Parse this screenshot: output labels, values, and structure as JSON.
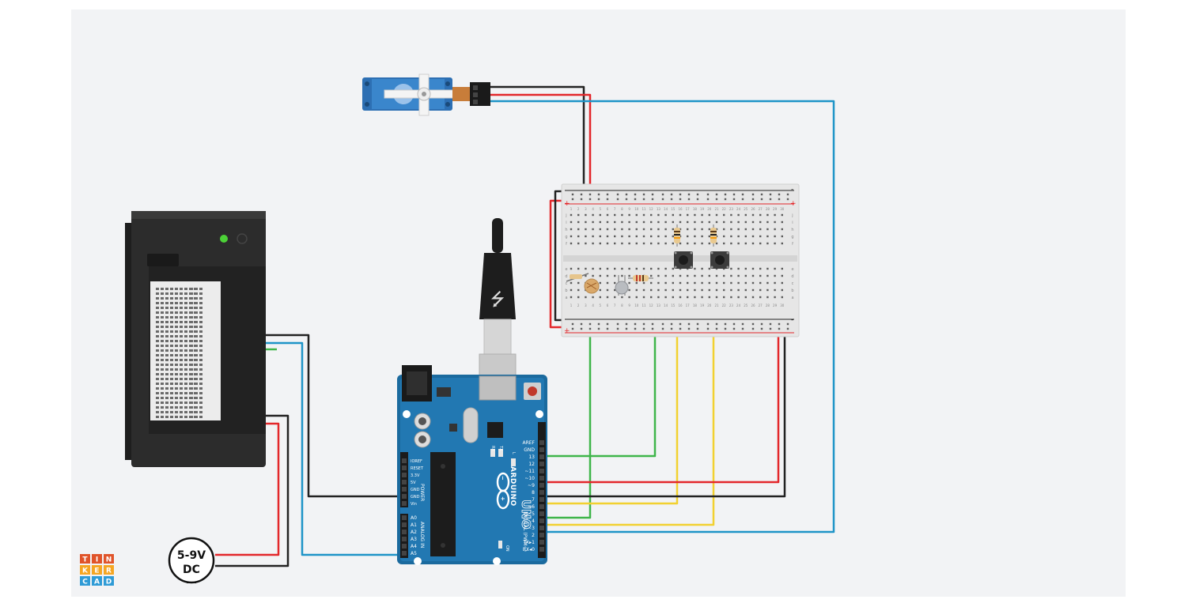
{
  "logo": {
    "letters": [
      "T",
      "I",
      "N",
      "K",
      "E",
      "R",
      "C",
      "A",
      "D"
    ],
    "colors": [
      "#e0542a",
      "#e0542a",
      "#e0542a",
      "#f5a623",
      "#f5a623",
      "#f5a623",
      "#2f9bd6",
      "#2f9bd6",
      "#2f9bd6"
    ]
  },
  "power_jack": {
    "line1": "5-9V",
    "line2": "DC"
  },
  "usb": {
    "symbol": "⭍"
  },
  "arduino": {
    "brand": "ARDUINO",
    "model": "UNO",
    "tx_label": "TX",
    "rx_label": "RX",
    "l_label": "L",
    "on_label": "ON",
    "power_header": "POWER",
    "analog_header": "ANALOG IN",
    "digital_header": "DIGITAL (PWM~)",
    "power_pins": [
      "IOREF",
      "RESET",
      "3.3V",
      "5V",
      "GND",
      "GND",
      "Vin"
    ],
    "analog_pins": [
      "A0",
      "A1",
      "A2",
      "A3",
      "A4",
      "A5"
    ],
    "digital_pins": [
      "AREF",
      "GND",
      "13",
      "12",
      "~11",
      "~10",
      "~9",
      "8",
      "7",
      "~6",
      "~5",
      "4",
      "~3",
      "2",
      "TX▸1",
      "RX◂0"
    ]
  },
  "breadboard": {
    "plus_label": "+",
    "minus_label": "-",
    "row_letters_top": [
      "j",
      "i",
      "h",
      "g",
      "f"
    ],
    "row_letters_bottom": [
      "e",
      "d",
      "c",
      "b",
      "a"
    ],
    "column_numbers": [
      "1",
      "2",
      "3",
      "4",
      "5",
      "6",
      "7",
      "8",
      "9",
      "10",
      "11",
      "12",
      "13",
      "14",
      "15",
      "16",
      "17",
      "18",
      "19",
      "20",
      "21",
      "22",
      "23",
      "24",
      "25",
      "26",
      "27",
      "28",
      "29",
      "30"
    ]
  },
  "wire_colors": {
    "black": "#222222",
    "red": "#e3272b",
    "blue": "#1e94c7",
    "green": "#3fb54a",
    "yellow": "#f2d130",
    "teal": "#1f9fc6"
  }
}
